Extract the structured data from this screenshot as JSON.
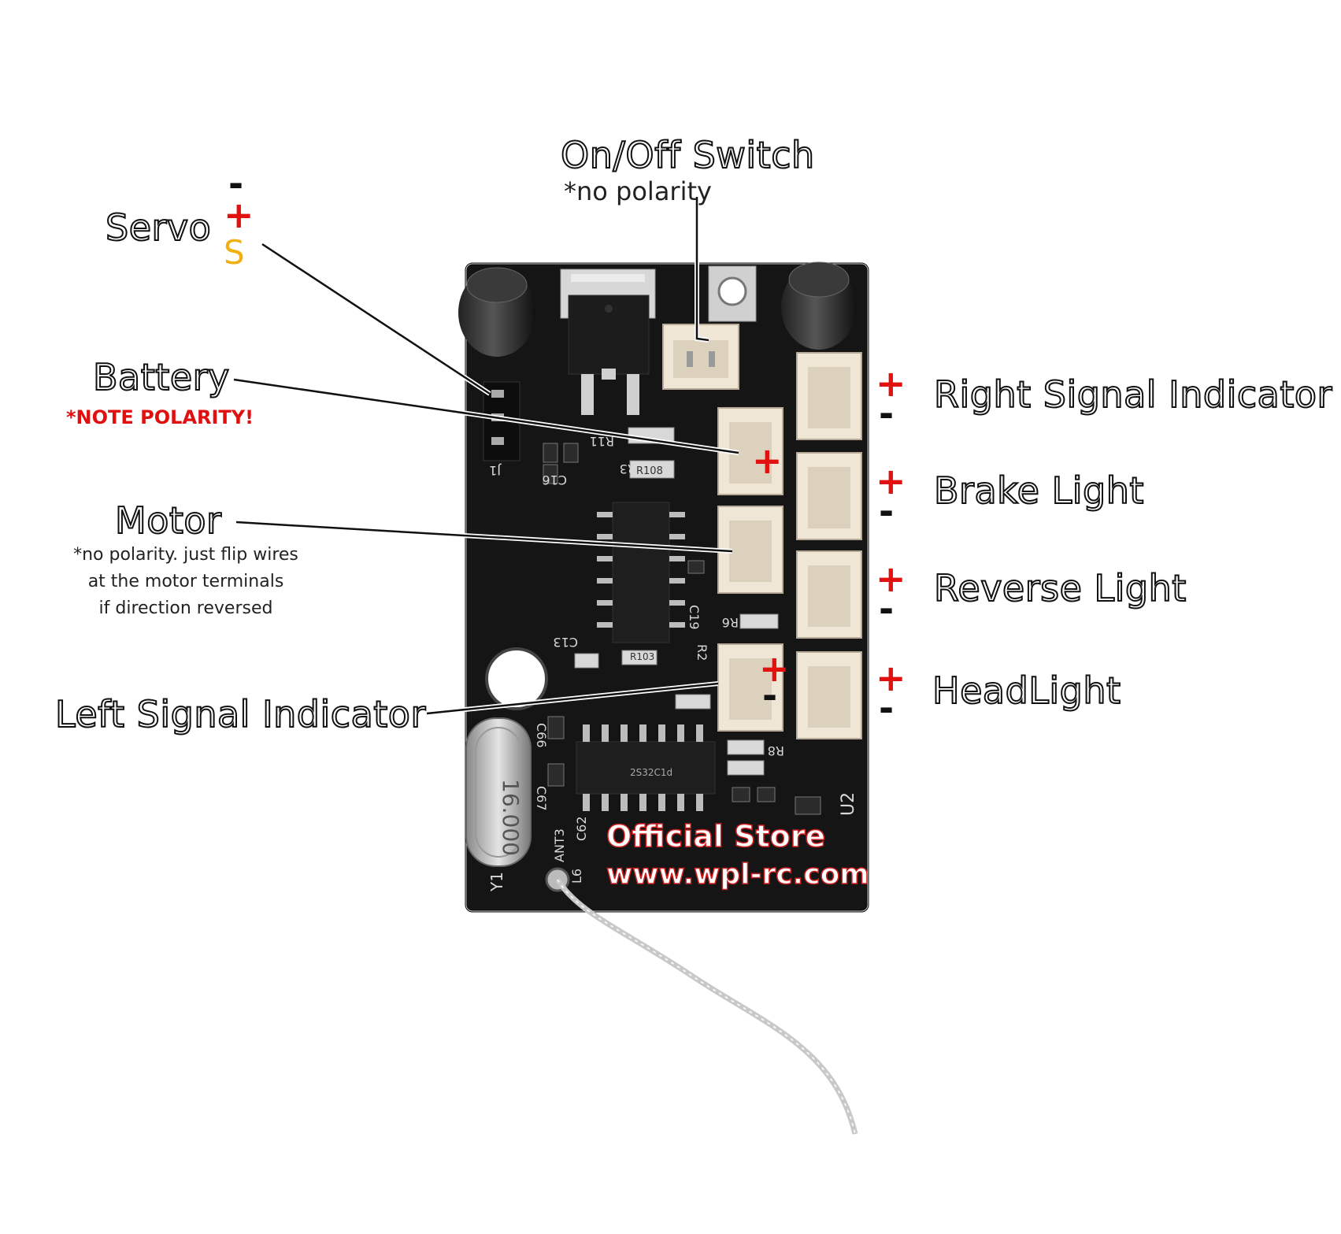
{
  "labels": {
    "switch_title": "On/Off Switch",
    "switch_note": "*no polarity",
    "servo": "Servo",
    "servo_pins": {
      "minus": "-",
      "plus": "+",
      "signal": "S"
    },
    "battery": "Battery",
    "battery_warning": "*NOTE POLARITY!",
    "motor": "Motor",
    "motor_note": [
      "*no polarity. just flip wires",
      "at the motor terminals",
      "if direction reversed"
    ],
    "left_signal": "Left Signal Indicator",
    "right_signal": "Right Signal Indicator",
    "brake_light": "Brake Light",
    "reverse_light": "Reverse Light",
    "headlight": "HeadLight",
    "plus": "+",
    "minus": "-"
  },
  "board_silkscreen": [
    "R11",
    "R3",
    "R108",
    "C16",
    "J1",
    "C13",
    "C19",
    "R6",
    "R103",
    "R2",
    "R8",
    "C66",
    "C67",
    "C62",
    "ANT3",
    "L6",
    "Y1",
    "U2",
    "16.000",
    "2S32C1d"
  ],
  "watermark": {
    "line1": "Official Store",
    "line2": "www.wpl-rc.com"
  },
  "colors": {
    "plus": "#e31010",
    "minus": "#111111",
    "signal": "#f2b010",
    "warning": "#e01010",
    "board": "#151515",
    "connector": "#efe6d6"
  }
}
